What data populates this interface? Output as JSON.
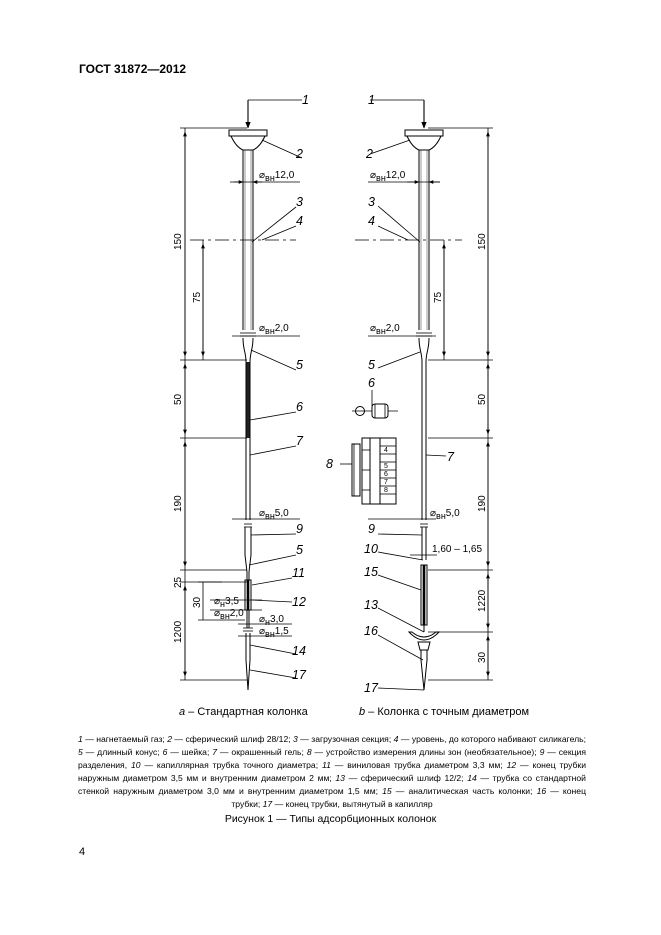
{
  "document": {
    "standard_header": "ГОСТ 31872—2012",
    "page_number": "4",
    "caption": "Рисунок 1 — Типы адсорбционных колонок"
  },
  "figure": {
    "left": {
      "sublabel_letter": "a",
      "sublabel_text": " – Стандартная колонка",
      "callouts": [
        "1",
        "2",
        "3",
        "4",
        "5",
        "6",
        "7",
        "9",
        "5",
        "11",
        "12",
        "14",
        "17"
      ],
      "vertical_dims": [
        "150",
        "75",
        "50",
        "190",
        "25",
        "30",
        "1200"
      ],
      "diameters": [
        {
          "sym": "⌀",
          "sub": "вн",
          "val": "12,0"
        },
        {
          "sym": "⌀",
          "sub": "вн",
          "val": "2,0"
        },
        {
          "sym": "⌀",
          "sub": "вн",
          "val": "5,0"
        },
        {
          "sym": "⌀",
          "sub": "н",
          "val": "3,5"
        },
        {
          "sym": "⌀",
          "sub": "вн",
          "val": "2,0"
        },
        {
          "sym": "⌀",
          "sub": "н",
          "val": "3,0"
        },
        {
          "sym": "⌀",
          "sub": "вн",
          "val": "1,5"
        }
      ]
    },
    "right": {
      "sublabel_letter": "b",
      "sublabel_text": " – Колонка с точным диаметром",
      "callouts": [
        "1",
        "2",
        "3",
        "4",
        "5",
        "6",
        "8",
        "7",
        "9",
        "10",
        "15",
        "13",
        "16",
        "17"
      ],
      "vertical_dims": [
        "150",
        "75",
        "50",
        "190",
        "1220",
        "30"
      ],
      "diameters": [
        {
          "sym": "⌀",
          "sub": "вн",
          "val": "12,0"
        },
        {
          "sym": "⌀",
          "sub": "вн",
          "val": "2,0"
        },
        {
          "sym": "⌀",
          "sub": "вн",
          "val": "5,0"
        }
      ],
      "range_label": "1,60 – 1,65",
      "scale_marks": [
        "4",
        "5",
        "6",
        "7",
        "8"
      ]
    }
  },
  "legend": [
    {
      "num": "1",
      "text": " — нагнетаемый газ; "
    },
    {
      "num": "2",
      "text": " — сферический шлиф 28/12; "
    },
    {
      "num": "3",
      "text": " — загрузочная секция; "
    },
    {
      "num": "4",
      "text": " — уровень, до которого набивают силикагель; "
    },
    {
      "num": "5",
      "text": " — длинный конус; "
    },
    {
      "num": "6",
      "text": " — шейка; "
    },
    {
      "num": "7",
      "text": " — окрашенный гель; "
    },
    {
      "num": "8",
      "text": " — устройство измерения длины зон (необязательное); "
    },
    {
      "num": "9",
      "text": " — секция разделения, "
    },
    {
      "num": "10",
      "text": " — капиллярная трубка точного диаметра; "
    },
    {
      "num": "11",
      "text": " — виниловая трубка диаметром 3,3 мм; "
    },
    {
      "num": "12",
      "text": " — конец трубки наружным диаметром 3,5 мм и внутренним диаметром 2 мм; "
    },
    {
      "num": "13",
      "text": " — сферический шлиф 12/2; "
    },
    {
      "num": "14",
      "text": " — трубка со стандартной стенкой наружным диаметром 3,0 мм и внутренним диаметром 1,5 мм; "
    },
    {
      "num": "15",
      "text": " — аналитическая часть колонки; "
    },
    {
      "num": "16",
      "text": " — конец трубки; "
    },
    {
      "num": "17",
      "text": " — конец трубки, вытянутый в капилляр"
    }
  ]
}
